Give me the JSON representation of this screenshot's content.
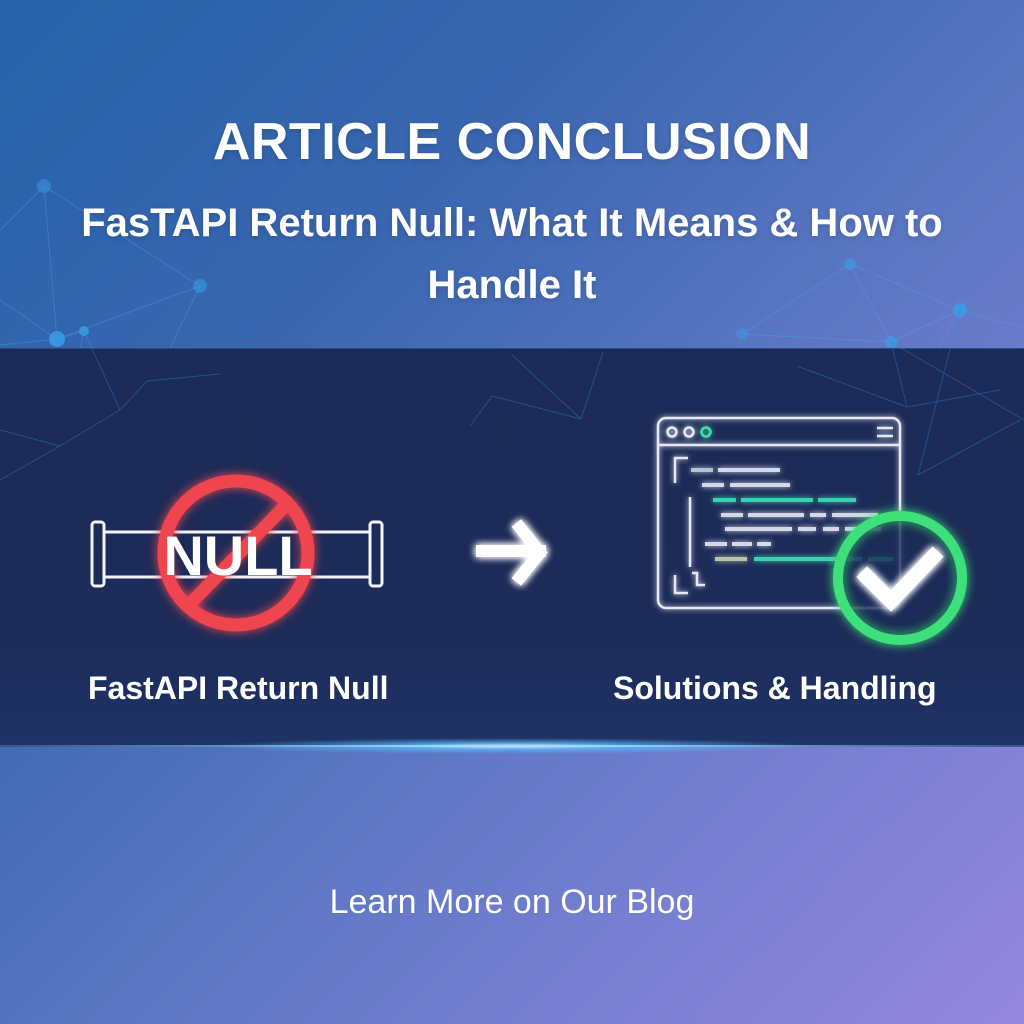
{
  "header": {
    "kicker": "ARTICLE CONCLUSION",
    "title": "FasTAPI Return Null: What It Means & How to Handle It"
  },
  "panels": {
    "left": {
      "icon": "null-pipe-prohibited-icon",
      "badge_text": "NULL",
      "label": "FastAPI Return Null"
    },
    "arrow_icon": "arrow-right-icon",
    "right": {
      "icon": "code-window-check-icon",
      "label": "Solutions & Handling"
    }
  },
  "cta": {
    "label": "Learn More on Our Blog"
  },
  "colors": {
    "background_start": "#2563a8",
    "background_end": "#9586e0",
    "band": "#1b2a56",
    "prohibited_red": "#ef4450",
    "success_green": "#3ee07a",
    "code_teal": "#3ad0b0",
    "code_gray": "#c8cde0",
    "network_node": "#3aa0e8"
  }
}
